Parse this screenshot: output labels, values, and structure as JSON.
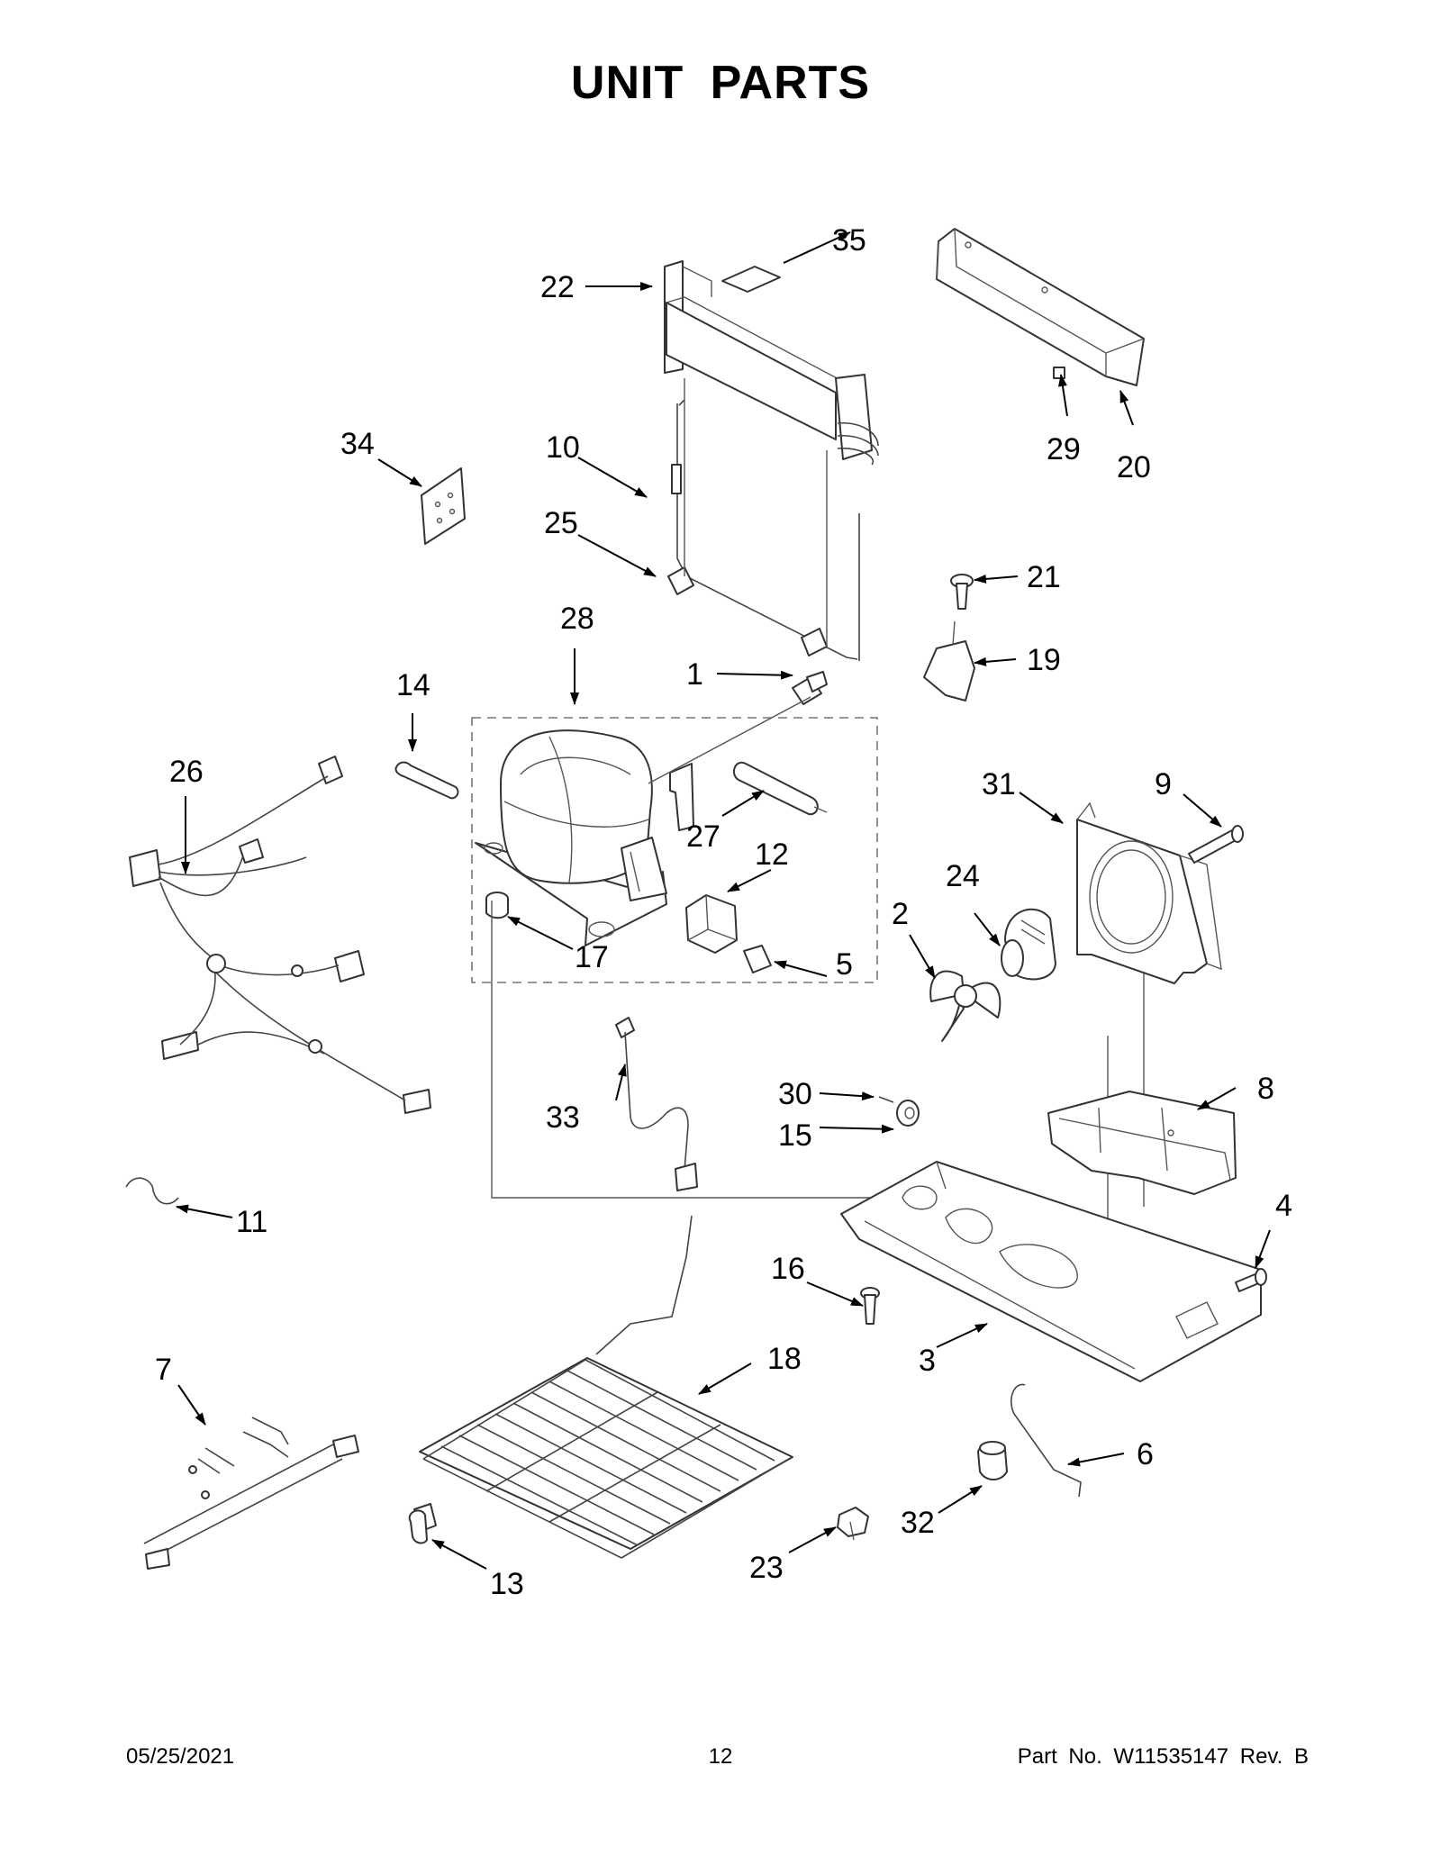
{
  "page": {
    "title": "UNIT  PARTS",
    "date": "05/25/2021",
    "page_number": "12",
    "part_ref": "Part No.  W11535147  Rev.  B"
  },
  "callouts": [
    {
      "id": "1",
      "label": "1"
    },
    {
      "id": "2",
      "label": "2"
    },
    {
      "id": "3",
      "label": "3"
    },
    {
      "id": "4",
      "label": "4"
    },
    {
      "id": "5",
      "label": "5"
    },
    {
      "id": "6",
      "label": "6"
    },
    {
      "id": "7",
      "label": "7"
    },
    {
      "id": "8",
      "label": "8"
    },
    {
      "id": "9",
      "label": "9"
    },
    {
      "id": "10",
      "label": "10"
    },
    {
      "id": "11",
      "label": "11"
    },
    {
      "id": "12",
      "label": "12"
    },
    {
      "id": "13",
      "label": "13"
    },
    {
      "id": "14",
      "label": "14"
    },
    {
      "id": "15",
      "label": "15"
    },
    {
      "id": "16",
      "label": "16"
    },
    {
      "id": "17",
      "label": "17"
    },
    {
      "id": "18",
      "label": "18"
    },
    {
      "id": "19",
      "label": "19"
    },
    {
      "id": "20",
      "label": "20"
    },
    {
      "id": "21",
      "label": "21"
    },
    {
      "id": "22",
      "label": "22"
    },
    {
      "id": "23",
      "label": "23"
    },
    {
      "id": "24",
      "label": "24"
    },
    {
      "id": "25",
      "label": "25"
    },
    {
      "id": "26",
      "label": "26"
    },
    {
      "id": "27",
      "label": "27"
    },
    {
      "id": "28",
      "label": "28"
    },
    {
      "id": "29",
      "label": "29"
    },
    {
      "id": "30",
      "label": "30"
    },
    {
      "id": "31",
      "label": "31"
    },
    {
      "id": "32",
      "label": "32"
    },
    {
      "id": "33",
      "label": "33"
    },
    {
      "id": "34",
      "label": "34"
    },
    {
      "id": "35",
      "label": "35"
    }
  ]
}
